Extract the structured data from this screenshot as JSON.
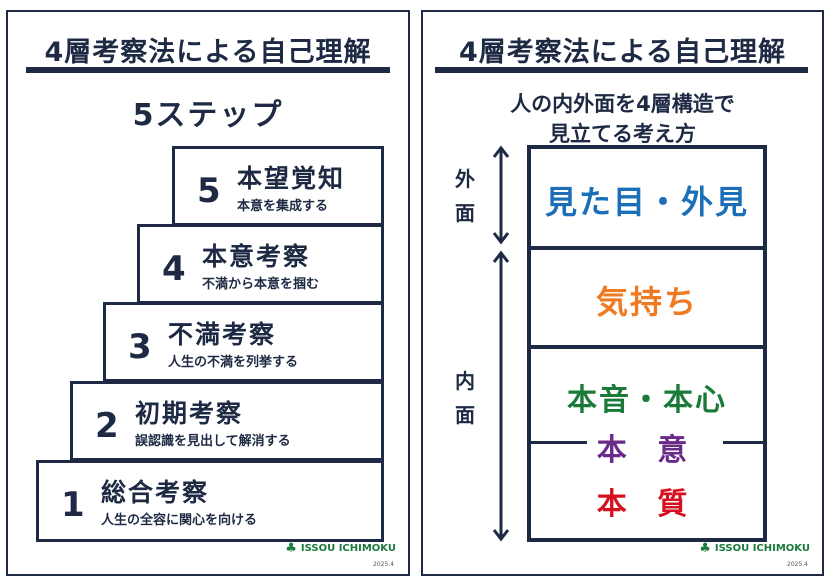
{
  "left": {
    "title": "4層考察法による自己理解",
    "subtitle": "5ステップ",
    "steps": [
      {
        "num": "5",
        "name": "本望覚知",
        "desc": "本意を集成する"
      },
      {
        "num": "4",
        "name": "本意考察",
        "desc": "不満から本意を掴む"
      },
      {
        "num": "3",
        "name": "不満考察",
        "desc": "人生の不満を列挙する"
      },
      {
        "num": "2",
        "name": "初期考察",
        "desc": "誤認識を見出して解消する"
      },
      {
        "num": "1",
        "name": "総合考察",
        "desc": "人生の全容に関心を向ける"
      }
    ],
    "logo": "ISSOU ICHIMOKU",
    "date": "2025.4"
  },
  "right": {
    "title": "4層考察法による自己理解",
    "subtitle_line1": "人の内外面を4層構造で",
    "subtitle_line2": "見立てる考え方",
    "outer_label": "外面",
    "inner_label": "内面",
    "layers": [
      {
        "text": "見た目・外見",
        "color": "#1a6fb8"
      },
      {
        "text": "気持ち",
        "color": "#f07a22"
      },
      {
        "text": "本音・本心",
        "color": "#1a7a3a"
      },
      {
        "text": "本 意",
        "color": "#6a2a8a"
      },
      {
        "text": "本 質",
        "color": "#d7101f"
      }
    ],
    "logo": "ISSOU ICHIMOKU",
    "date": "2025.4"
  }
}
